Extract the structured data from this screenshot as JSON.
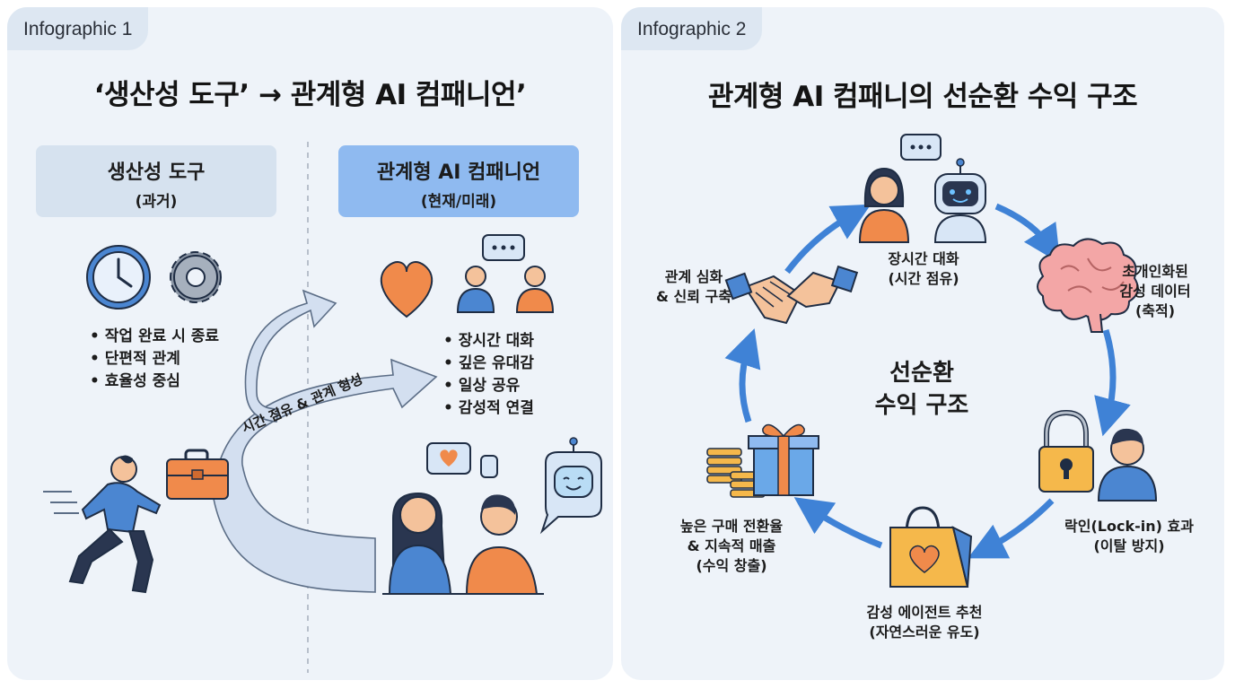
{
  "infographic1": {
    "tab": "Infographic 1",
    "title": "‘생산성 도구’ → 관계형 AI 컴패니언’",
    "left_box": {
      "title": "생산성 도구",
      "subtitle": "(과거)"
    },
    "right_box": {
      "title": "관계형 AI 컴패니언",
      "subtitle": "(현재/미래)"
    },
    "left_bullets": [
      "작업 완료 시 종료",
      "단편적 관계",
      "효율성 중심"
    ],
    "right_bullets": [
      "장시간 대화",
      "깊은 유대감",
      "일상 공유",
      "감성적 연결"
    ],
    "arrow_label": "시간 점유 & 관계 형성",
    "icons": [
      "clock-icon",
      "gear-icon",
      "heart-icon",
      "chat-people-icon",
      "running-person-icon",
      "toolbox-icon",
      "couple-chat-icon",
      "robot-icon"
    ]
  },
  "infographic2": {
    "tab": "Infographic 2",
    "title": "관계형 AI 컴패니의 선순환 수익 구조",
    "center": {
      "line1": "선순환",
      "line2": "수익 구조"
    },
    "steps": [
      {
        "line1": "장시간 대화",
        "line2": "(시간 점유)",
        "icon": "person-robot-chat-icon"
      },
      {
        "line1": "초개인화된",
        "line2": "감성 데이터",
        "line3": "(축적)",
        "icon": "brain-icon"
      },
      {
        "line1": "락인(Lock-in) 효과",
        "line2": "(이탈 방지)",
        "icon": "lock-person-icon"
      },
      {
        "line1": "감성 에이전트 추천",
        "line2": "(자연스러운 유도)",
        "icon": "shopping-bag-icon"
      },
      {
        "line1": "높은 구매 전환율",
        "line2": "& 지속적 매출",
        "line3": "(수익 창출)",
        "icon": "coins-gift-icon"
      },
      {
        "line1": "관계 심화",
        "line2": "& 신뢰 구축",
        "icon": "handshake-icon"
      }
    ]
  },
  "colors": {
    "panel": "#eef3f9",
    "tab": "#dde7f2",
    "left_box": "#d6e2ef",
    "right_box": "#8fbaf0",
    "arrow_blue": "#3f82d6",
    "orange": "#f08a4b",
    "skin": "#f4c29b"
  }
}
